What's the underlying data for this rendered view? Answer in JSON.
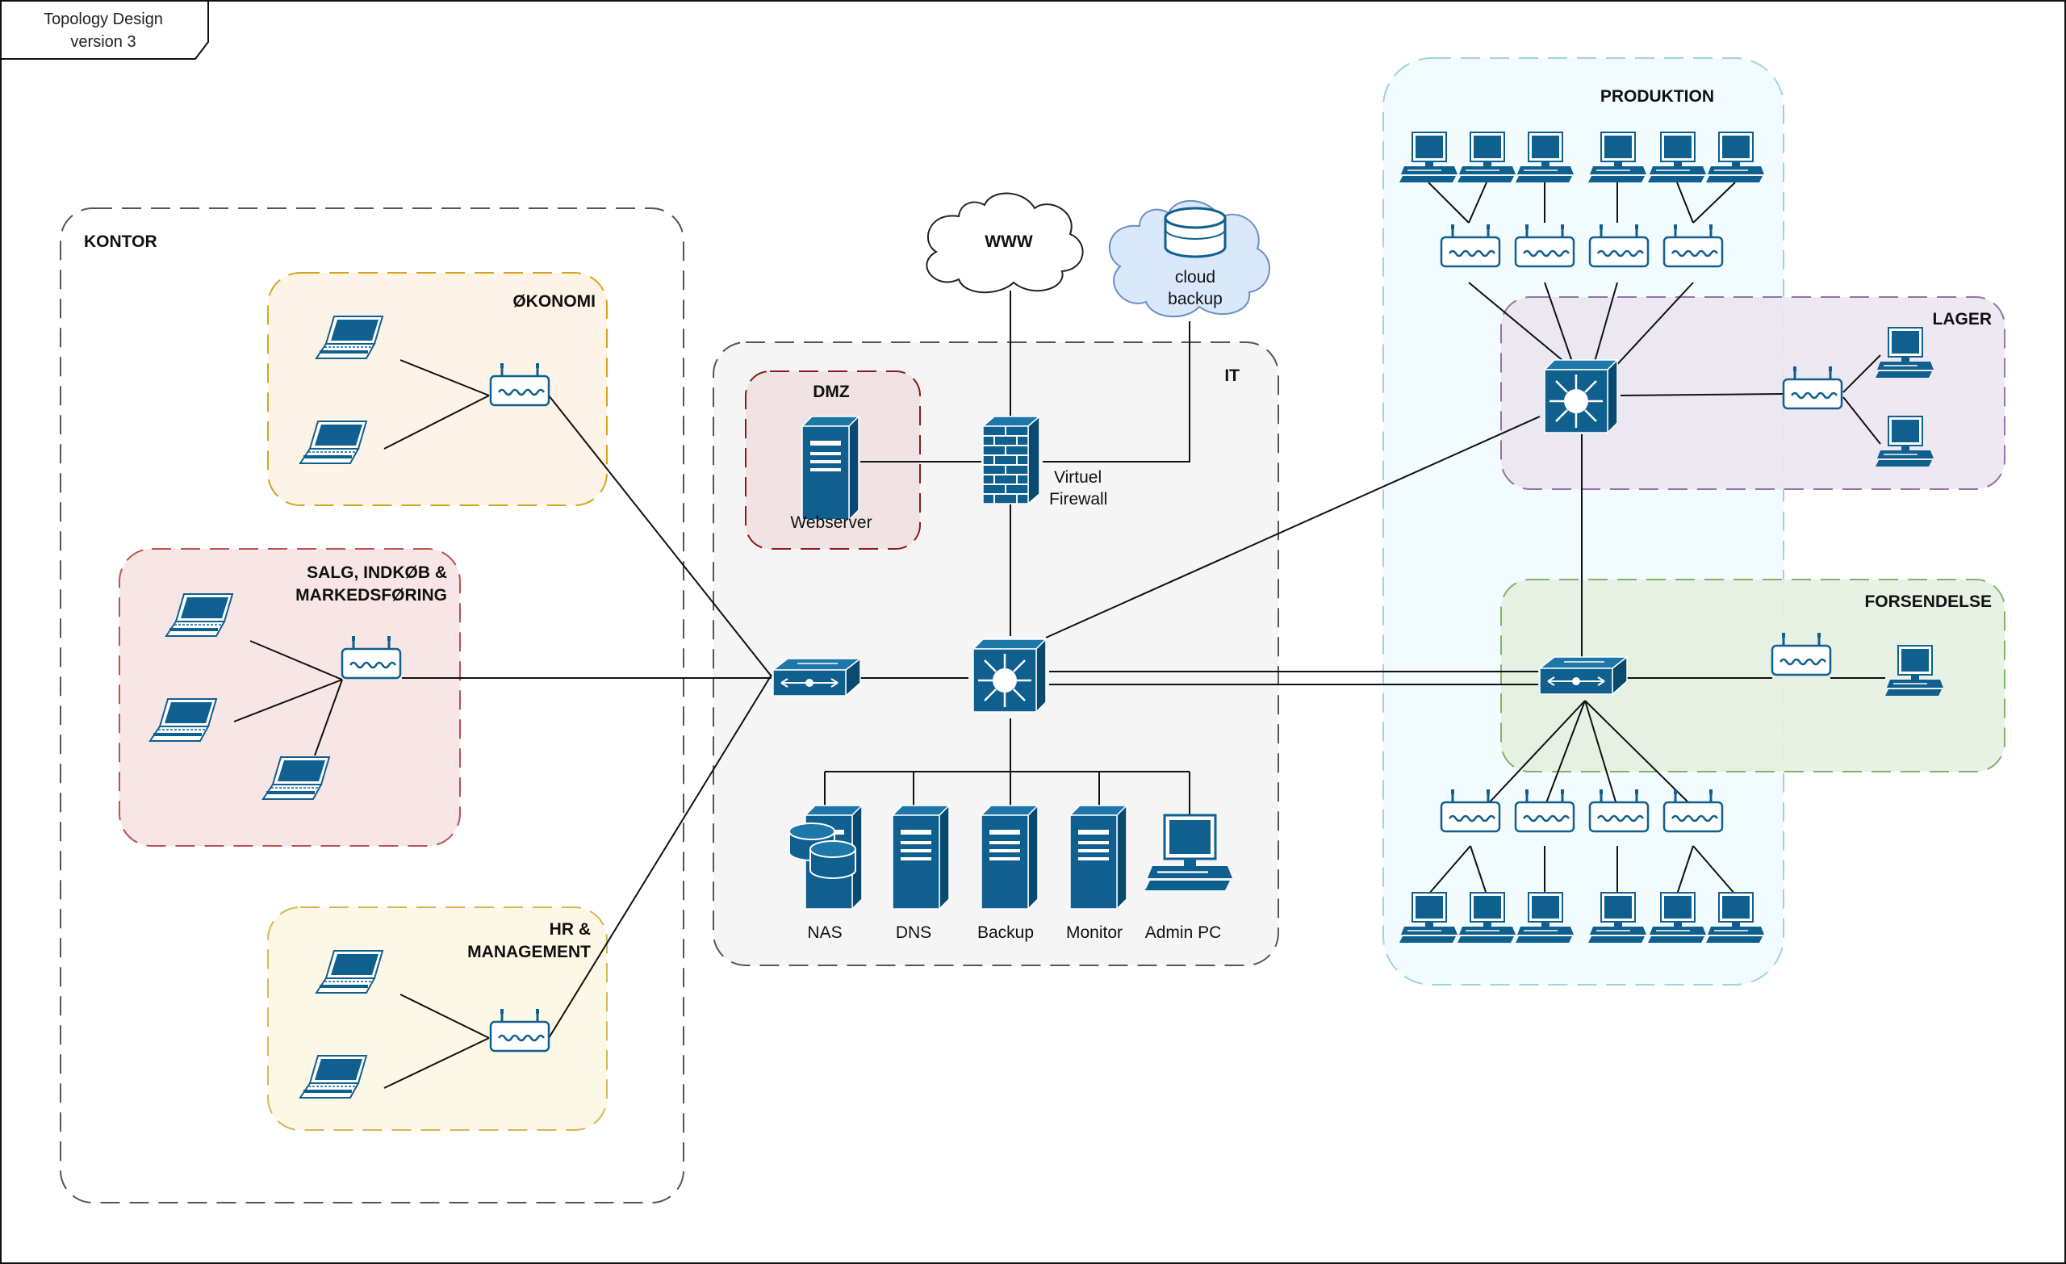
{
  "diagram": {
    "title_line1": "Topology Design",
    "title_line2": "version 3",
    "zones": {
      "kontor": "KONTOR",
      "okonomi": "ØKONOMI",
      "salg_line1": "SALG, INDKØB &",
      "salg_line2": "MARKEDSFØRING",
      "hr_line1": "HR &",
      "hr_line2": "MANAGEMENT",
      "it": "IT",
      "dmz": "DMZ",
      "produktion": "PRODUKTION",
      "lager": "LAGER",
      "forsendelse": "FORSENDELSE"
    },
    "labels": {
      "www": "WWW",
      "cloud_line1": "cloud",
      "cloud_line2": "backup",
      "webserver": "Webserver",
      "firewall_line1": "Virtuel",
      "firewall_line2": "Firewall",
      "nas": "NAS",
      "dns": "DNS",
      "backup": "Backup",
      "monitor": "Monitor",
      "admin_pc": "Admin PC"
    },
    "colors": {
      "device_blue": "#0f5f8f",
      "okonomi_fill": "#fdf3e7",
      "okonomi_border": "#d6a520",
      "salg_fill": "#f8e6e6",
      "salg_border": "#b85450",
      "hr_fill": "#fdf7e5",
      "hr_border": "#d6b656",
      "it_fill": "#f5f5f5",
      "dmz_fill": "#f1e3e3",
      "dmz_border": "#8b1a1a",
      "produktion_fill": "#f2fbfd",
      "produktion_border": "#9fd4dc",
      "lager_fill": "#ebe6f0",
      "lager_border": "#9673a6",
      "forsendelse_fill": "#e5f0e2",
      "forsendelse_border": "#82b366",
      "cloud_fill": "#dae8fc",
      "cloud_border": "#6c8ebf"
    },
    "icons": [
      "laptop-icon",
      "router-icon",
      "switch-icon",
      "core-switch-icon",
      "firewall-icon",
      "server-icon",
      "database-icon",
      "workstation-icon",
      "cloud-icon"
    ]
  }
}
